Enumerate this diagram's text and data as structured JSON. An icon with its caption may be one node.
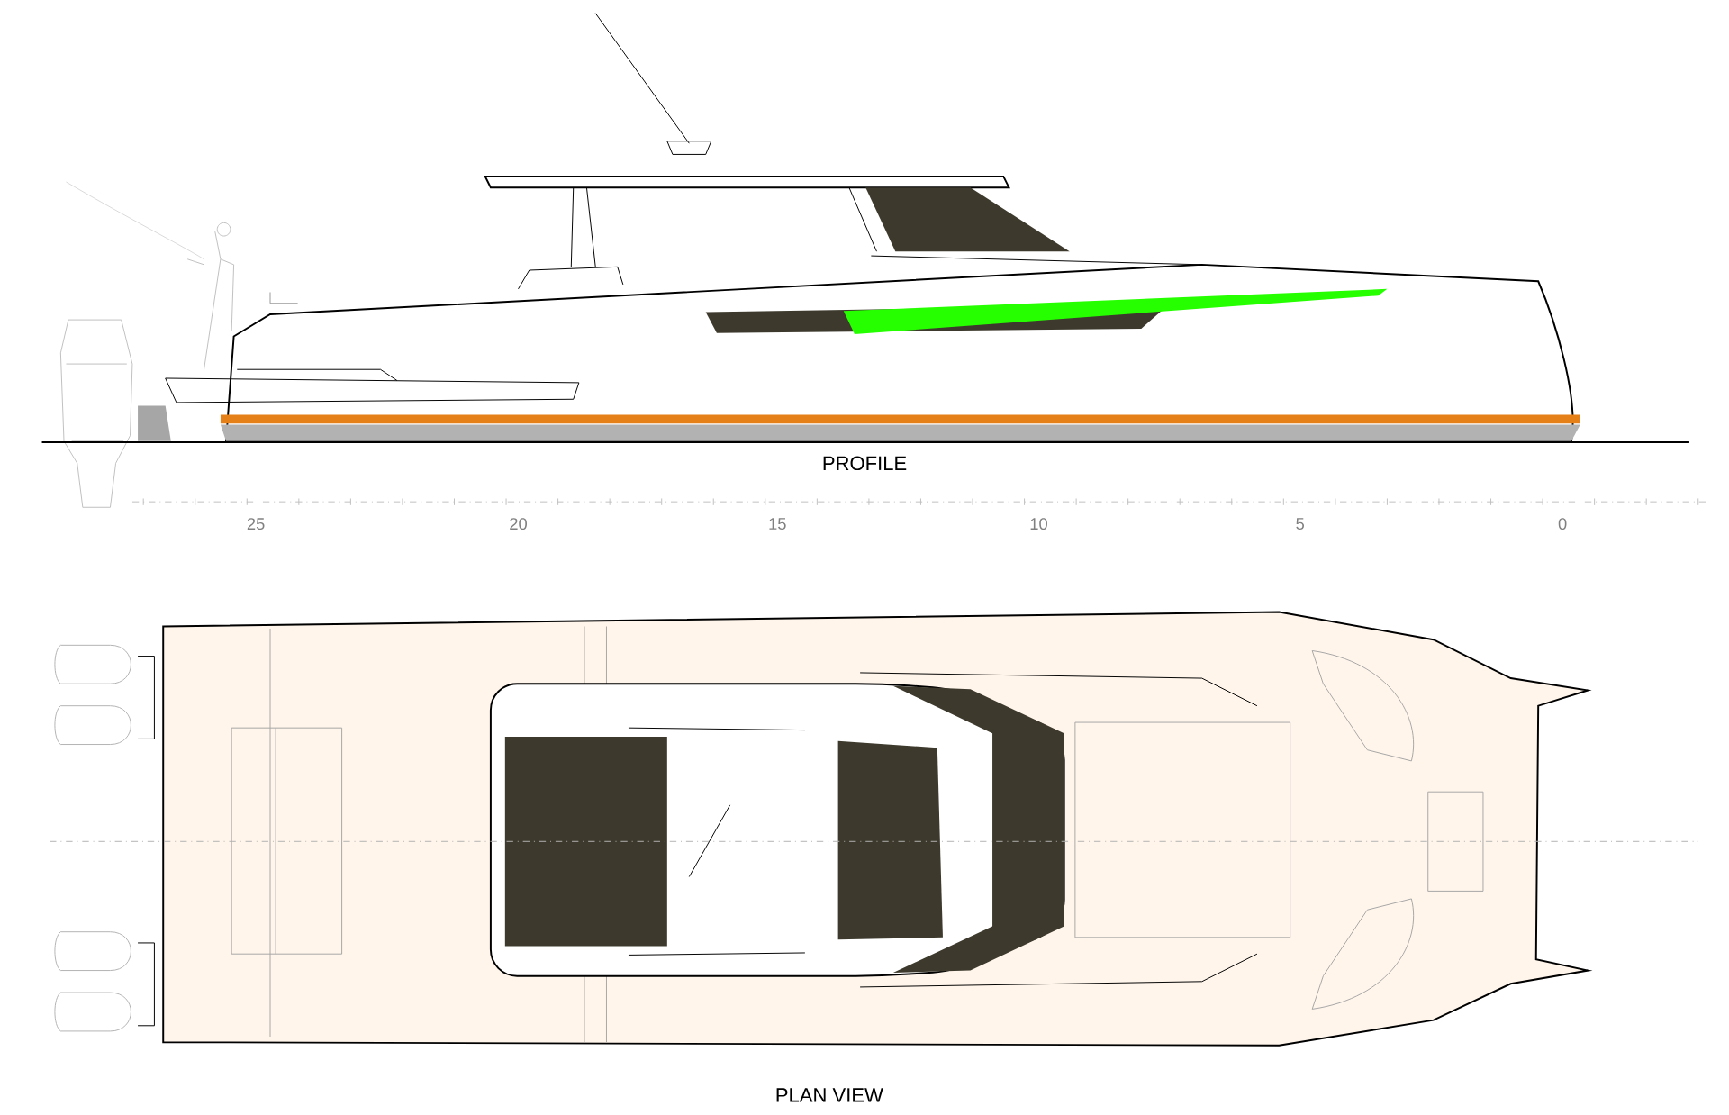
{
  "diagram": {
    "labels": [
      "PROFILE",
      "25",
      "20",
      "15",
      "10",
      "5",
      "0",
      "PLAN VIEW"
    ]
  }
}
